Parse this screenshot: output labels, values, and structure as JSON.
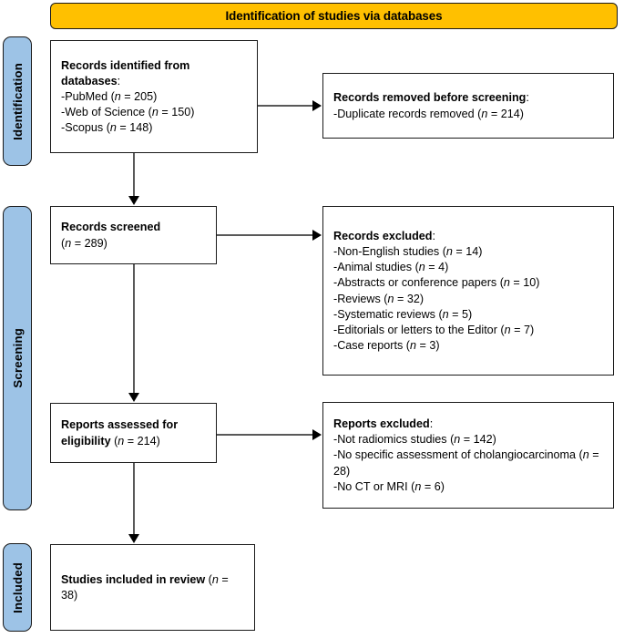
{
  "banner": {
    "label": "Identification of studies via databases"
  },
  "stages": [
    {
      "key": "identification",
      "label": "Identification"
    },
    {
      "key": "screening",
      "label": "Screening"
    },
    {
      "key": "included",
      "label": "Included"
    }
  ],
  "boxes": {
    "identified": {
      "heading": "Records identified from databases",
      "heading_suffix": ":",
      "items": [
        {
          "text": "-PubMed (",
          "n_label": "n",
          "value": " = 205)"
        },
        {
          "text": "-Web of Science (",
          "n_label": "n",
          "value": " = 150)"
        },
        {
          "text": "-Scopus (",
          "n_label": "n",
          "value": " = 148)"
        }
      ]
    },
    "removed": {
      "heading": "Records removed before screening",
      "heading_suffix": ":",
      "items": [
        {
          "text": "-Duplicate records removed (",
          "n_label": "n",
          "value": " = 214)"
        }
      ]
    },
    "screened": {
      "heading": "Records screened",
      "count_open": "(",
      "n_label": "n",
      "count_close": " = 289)"
    },
    "records_excluded": {
      "heading": "Records excluded",
      "heading_suffix": ":",
      "items": [
        {
          "text": "-Non-English studies (",
          "n_label": "n",
          "value": " = 14)"
        },
        {
          "text": "-Animal studies (",
          "n_label": "n",
          "value": " = 4)"
        },
        {
          "text": "-Abstracts or conference papers (",
          "n_label": "n",
          "value": " = 10)"
        },
        {
          "text": "-Reviews (",
          "n_label": "n",
          "value": " = 32)"
        },
        {
          "text": "-Systematic reviews (",
          "n_label": "n",
          "value": " = 5)"
        },
        {
          "text": "-Editorials or letters to the Editor (",
          "n_label": "n",
          "value": " = 7)"
        },
        {
          "text": "-Case reports (",
          "n_label": "n",
          "value": " = 3)"
        }
      ]
    },
    "eligibility": {
      "heading": "Reports assessed for eligibility",
      "count_open": " (",
      "n_label": "n",
      "count_close": " = 214)"
    },
    "reports_excluded": {
      "heading": "Reports excluded",
      "heading_suffix": ":",
      "items": [
        {
          "text": "-Not radiomics studies (",
          "n_label": "n",
          "value": " = 142)"
        },
        {
          "text": "-No specific assessment of cholangiocarcinoma (",
          "n_label": "n",
          "value": " = 28)"
        },
        {
          "text": "-No CT or MRI (",
          "n_label": "n",
          "value": " = 6)"
        }
      ]
    },
    "included": {
      "heading": "Studies included in review",
      "count_open": " (",
      "n_label": "n",
      "count_close": " = 38)"
    }
  },
  "colors": {
    "banner_fill": "#FFC000",
    "stage_fill": "#9DC3E6",
    "box_border": "#1a1a1a",
    "connector": "#595959",
    "arrowhead": "#000000",
    "background": "#FFFFFF"
  }
}
